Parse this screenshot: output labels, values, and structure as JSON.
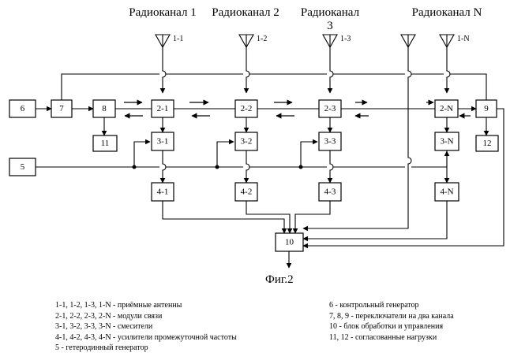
{
  "channels": [
    {
      "title": "Радиоканал 1",
      "title_extra": "",
      "antenna": "1-1",
      "module": "2-1",
      "mixer": "3-1",
      "amplifier": "4-1"
    },
    {
      "title": "Радиоканал 2",
      "title_extra": "",
      "antenna": "1-2",
      "module": "2-2",
      "mixer": "3-2",
      "amplifier": "4-2"
    },
    {
      "title": "Радиоканал",
      "title_extra": "3",
      "antenna": "1-3",
      "module": "2-3",
      "mixer": "3-3",
      "amplifier": "4-3"
    },
    {
      "title": "Радиоканал N",
      "title_extra": "",
      "antenna": "1-N",
      "module": "2-N",
      "mixer": "3-N",
      "amplifier": "4-N"
    }
  ],
  "blocks": {
    "b5": "5",
    "b6": "6",
    "b7": "7",
    "b8": "8",
    "b9": "9",
    "b10": "10",
    "b11": "11",
    "b12": "12"
  },
  "caption": "Фиг.2",
  "legend_left": [
    "1-1, 1-2, 1-3, 1-N - приёмные антенны",
    "2-1, 2-2, 2-3, 2-N - модули связи",
    "3-1, 3-2, 3-3, 3-N - смесители",
    "4-1, 4-2, 4-3, 4-N - усилители промежуточной частоты",
    "5 - гетеродинный генератор"
  ],
  "legend_right": [
    "6 - контрольный генератор",
    "7, 8, 9 - переключатели на два канала",
    "10 - блок обработки и управления",
    "11, 12 - согласованные нагрузки"
  ]
}
